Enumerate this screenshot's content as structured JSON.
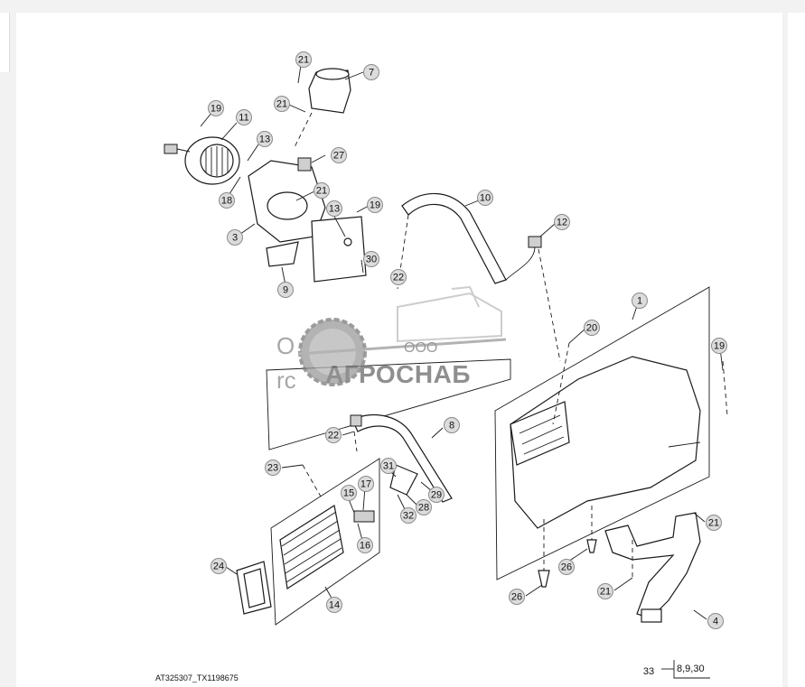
{
  "drawing": {
    "figure_id": "AT325307_TX1198675",
    "callouts": [
      "1",
      "3",
      "4",
      "7",
      "8",
      "9",
      "10",
      "11",
      "12",
      "13",
      "13",
      "14",
      "15",
      "16",
      "17",
      "18",
      "19",
      "19",
      "19",
      "20",
      "21",
      "21",
      "21",
      "21",
      "21",
      "22",
      "22",
      "23",
      "24",
      "26",
      "26",
      "27",
      "28",
      "29",
      "30",
      "31",
      "32"
    ],
    "reference": {
      "item": "33",
      "refs": "8,9,30"
    }
  },
  "watermark": {
    "company_form": "ООО",
    "brand": "АГРОСНАБ",
    "partial_left_top": "O",
    "partial_left_bottom": "rc"
  },
  "colors": {
    "line": "#1a1a1a",
    "callout_fill": "#dcdcdc",
    "watermark": "#7a7a7a"
  }
}
